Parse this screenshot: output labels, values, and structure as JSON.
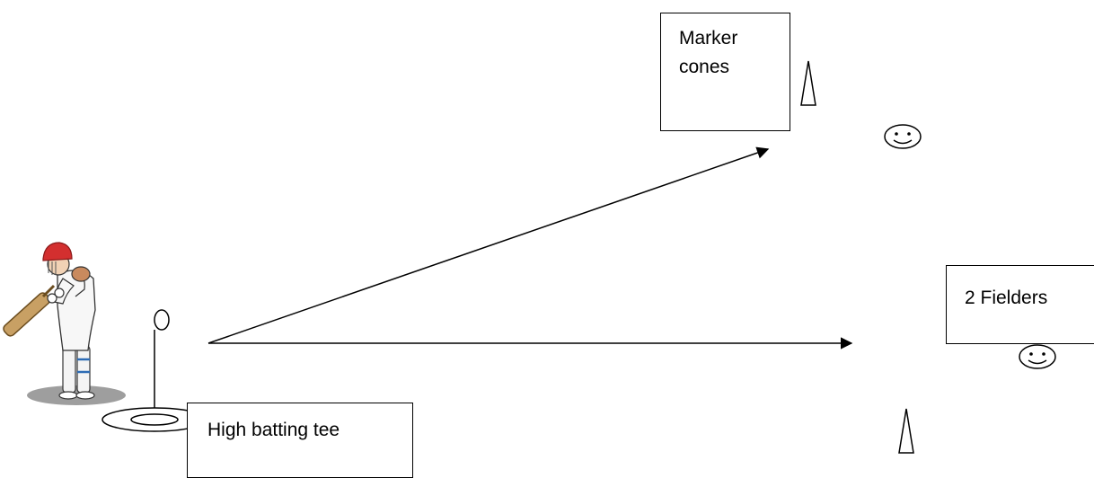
{
  "diagram": {
    "labels": {
      "marker_cones": "Marker\ncones",
      "high_batting_tee": "High batting tee",
      "fielders": "2 Fielders"
    },
    "icons": [
      "batsman-icon",
      "batting-tee-icon",
      "marker-cone-icon",
      "fielder-smiley-icon",
      "arrow-icon"
    ],
    "colors": {
      "line": "#000000",
      "helmet": "#d32f2f",
      "bat": "#c8a064",
      "pad_straps": "#2d6cb5",
      "shadow": "#9e9e9e"
    }
  }
}
